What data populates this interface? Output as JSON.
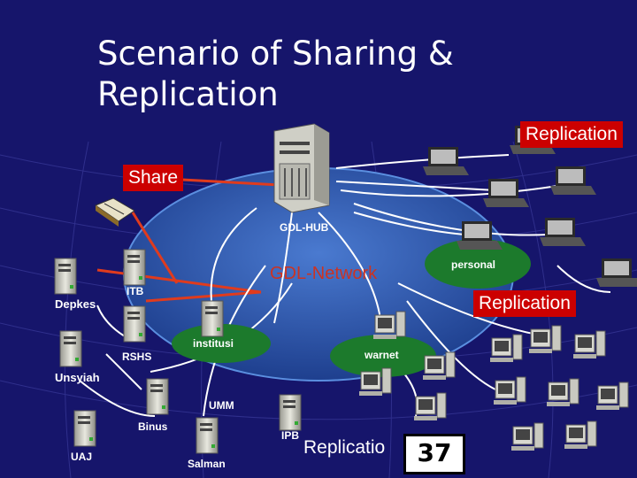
{
  "title": {
    "line1": "Scenario of Sharing &",
    "line2": "Replication"
  },
  "labels": {
    "replication_top": "Replication",
    "share": "Share",
    "gdl_hub": "GDL-HUB",
    "gdl_network": "GDL-Network",
    "personal": "personal",
    "replication_right": "Replication",
    "itb": "ITB",
    "depkes": "Depkes",
    "institusi": "institusi",
    "rshs": "RSHS",
    "warnet": "warnet",
    "unsyiah": "Unsyiah",
    "umm": "UMM",
    "binus": "Binus",
    "ipb": "IPB",
    "uaj": "UAJ",
    "salman": "Salman",
    "replication_bottom": "Replicatio"
  },
  "page_number": "37",
  "colors": {
    "background": "#16156b",
    "globe": "#2d58b0",
    "pill_green": "#1c7a2c",
    "link_red": "#e03b1d",
    "tag_red": "#cc0000"
  },
  "icons": [
    "server-icon",
    "laptop-icon",
    "book-icon",
    "workstation-icon"
  ]
}
